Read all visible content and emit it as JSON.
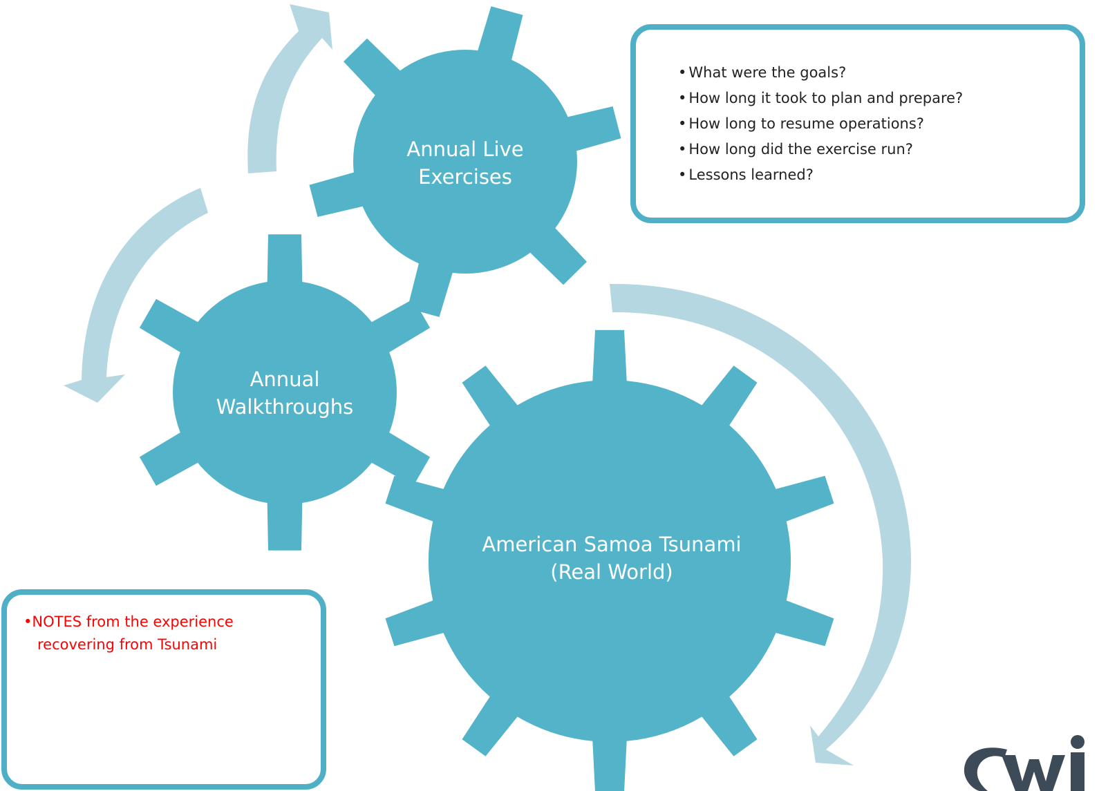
{
  "colors": {
    "gear": "#53b3c9",
    "arrow": "#b5d7e1",
    "box_border": "#4eafc6",
    "notes_text": "#ff0000",
    "logo_dark": "#3d4a58"
  },
  "icons": [
    "cycle-arrow-icon",
    "gear-icon",
    "logo-icon"
  ],
  "gears": {
    "live_exercises": {
      "line1": "Annual Live",
      "line2": "Exercises"
    },
    "walkthroughs": {
      "line1": "Annual",
      "line2": "Walkthroughs"
    },
    "tsunami": {
      "line1": "American Samoa Tsunami",
      "line2": "(Real World)"
    }
  },
  "questions": {
    "bullet": "•",
    "items": [
      "What were the goals?",
      "How long it took to plan and prepare?",
      "How long to resume operations?",
      "How long did the exercise run?",
      "Lessons learned?"
    ]
  },
  "notes": {
    "bullet": "•",
    "line1": "NOTES from the experience",
    "line2": "recovering from Tsunami"
  }
}
